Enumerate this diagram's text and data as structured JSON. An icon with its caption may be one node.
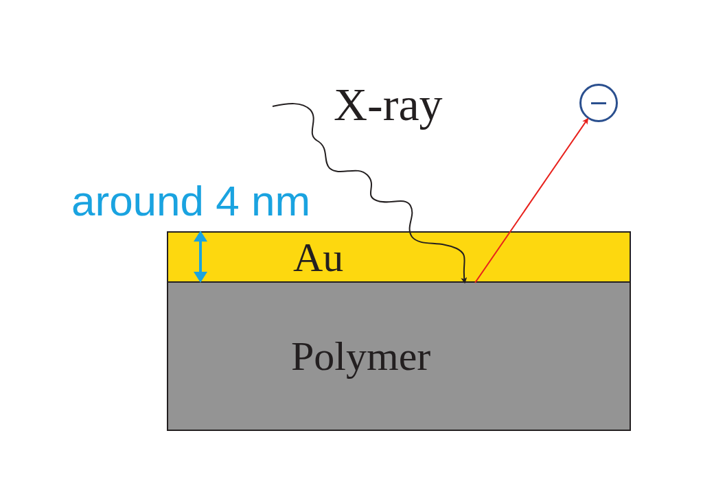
{
  "diagram": {
    "nodes": [
      {
        "text": [
          "Au"
        ]
      },
      {
        "text": [
          "Polymer"
        ]
      },
      {
        "text": [],
        "shape": "circle"
      }
    ],
    "edges": [
      {
        "from": null,
        "to": 0,
        "arrow": "to",
        "label": "X-ray"
      },
      {
        "from": 0,
        "to": 2,
        "arrow": "to",
        "color": "#e8211c"
      }
    ],
    "labels": [
      "around 4 nm"
    ]
  }
}
